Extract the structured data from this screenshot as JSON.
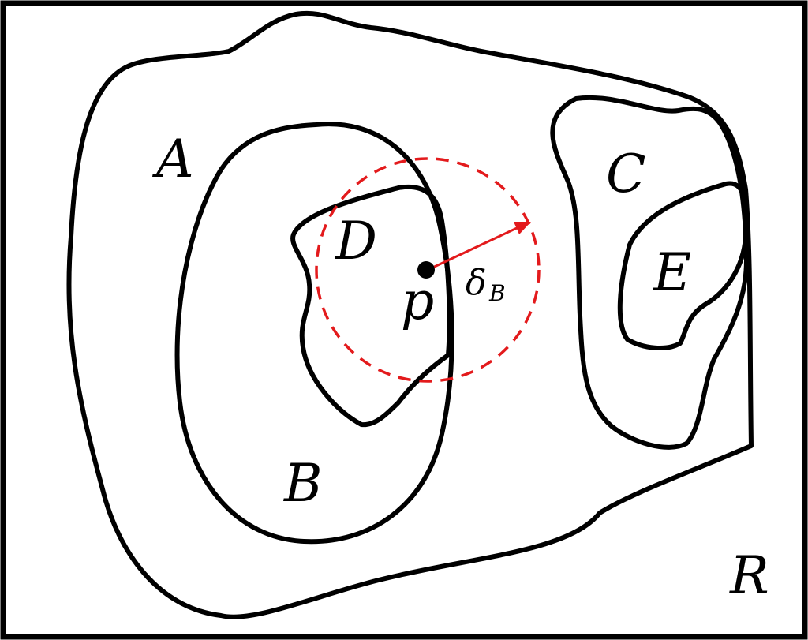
{
  "labels": {
    "A": "A",
    "B": "B",
    "C": "C",
    "D": "D",
    "E": "E",
    "R": "R",
    "p": "p",
    "delta": "δ",
    "delta_sub": "B"
  },
  "colors": {
    "outline": "#000000",
    "background": "#ffffff",
    "accent": "#e31a1c"
  }
}
